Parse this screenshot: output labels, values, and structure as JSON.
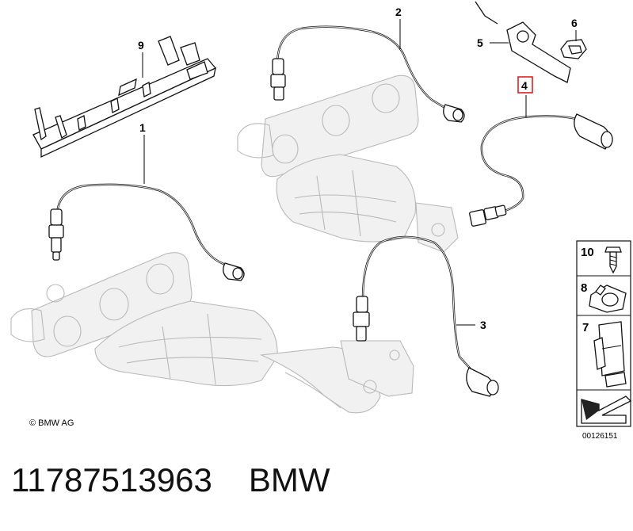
{
  "callouts": {
    "c1": "1",
    "c2": "2",
    "c3": "3",
    "c4": "4",
    "c5": "5",
    "c6": "6",
    "c9": "9"
  },
  "legend": {
    "l10": "10",
    "l8": "8",
    "l7": "7"
  },
  "copyright": "© BMW AG",
  "diagram_id": "00126151",
  "highlight_color": "#e02020",
  "footer": {
    "part_number": "11787513963",
    "brand": "BMW"
  }
}
